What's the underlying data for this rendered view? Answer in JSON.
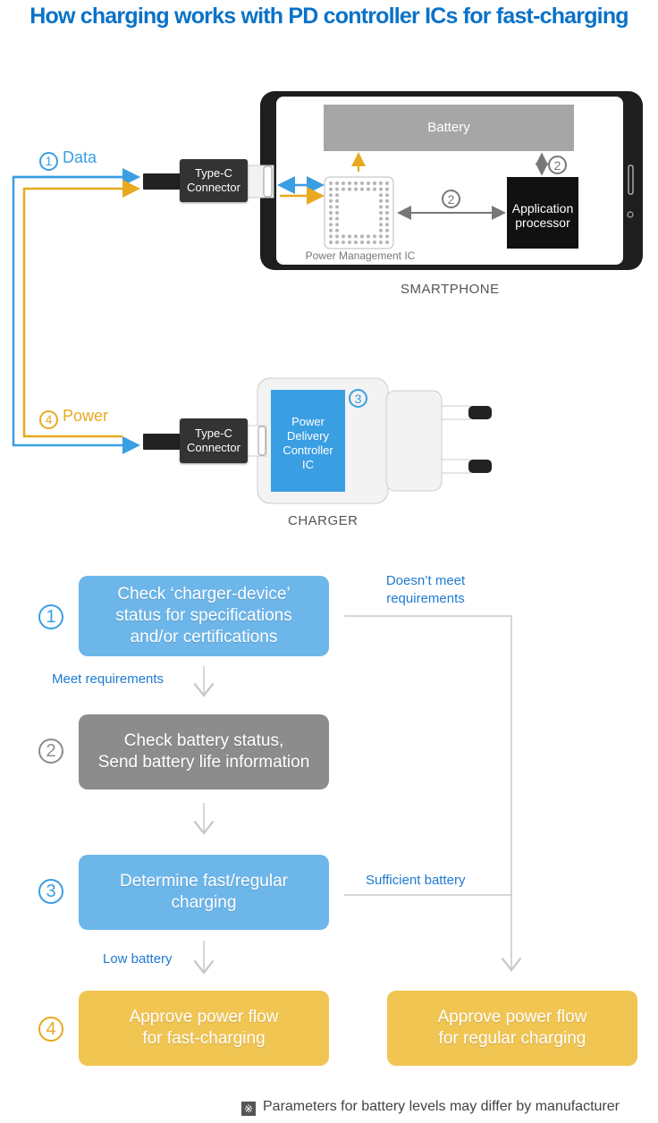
{
  "title": "How charging works with PD controller ICs for fast-charging",
  "colors": {
    "title_blue": "#0a72c8",
    "data_blue": "#3a9ee3",
    "power_amber": "#e8a920",
    "flow_blue": "#6db6ea",
    "flow_gray": "#8c8c8c",
    "flow_amber": "#f0c552"
  },
  "diagram": {
    "data_label_num": "1",
    "data_label": "Data",
    "power_label_num": "4",
    "power_label": "Power",
    "phone_connector": [
      "Type-C",
      "Connector"
    ],
    "charger_connector": [
      "Type-C",
      "Connector"
    ],
    "battery": "Battery",
    "pmic_label": "Power Management IC",
    "app_processor": [
      "Application",
      "processor"
    ],
    "step2_num_a": "2",
    "step2_num_b": "2",
    "step3_num": "3",
    "pd_controller": [
      "Power",
      "Delivery",
      "Controller",
      "IC"
    ],
    "smartphone_label": "SMARTPHONE",
    "charger_label": "CHARGER"
  },
  "flow": {
    "steps": [
      {
        "num": "1",
        "text": [
          "Check ‘charger-device’",
          "status for specifications",
          "and/or certifications"
        ]
      },
      {
        "num": "2",
        "text": [
          "Check battery status,",
          "Send battery life information"
        ]
      },
      {
        "num": "3",
        "text": [
          "Determine fast/regular",
          "charging"
        ]
      },
      {
        "num": "4",
        "text": [
          "Approve power flow",
          "for fast-charging"
        ]
      }
    ],
    "regular_box": [
      "Approve power flow",
      "for regular charging"
    ],
    "meet_requirements": "Meet requirements",
    "doesnt_meet": [
      "Doesn’t meet",
      "requirements"
    ],
    "sufficient_battery": "Sufficient battery",
    "low_battery": "Low battery"
  },
  "footnote": {
    "symbol": "※",
    "text": "Parameters for battery levels may differ by manufacturer"
  }
}
